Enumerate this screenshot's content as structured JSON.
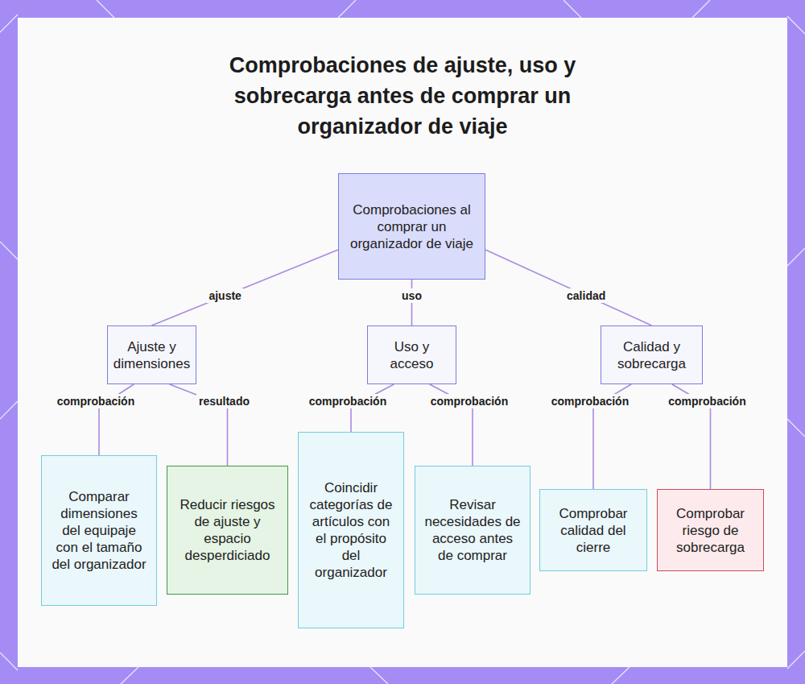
{
  "diagram": {
    "title": "Comprobaciones de ajuste, uso y sobrecarga antes de comprar un organizador de viaje",
    "nodes": [
      {
        "text": [
          "Comprobaciones al comprar un organizador de viaje"
        ]
      },
      {
        "text": [
          "Ajuste y dimensiones"
        ]
      },
      {
        "text": [
          "Uso y acceso"
        ]
      },
      {
        "text": [
          "Calidad y sobrecarga"
        ]
      },
      {
        "text": [
          "Comparar dimensiones del equipaje con el tamaño del organizador"
        ]
      },
      {
        "text": [
          "Reducir riesgos de ajuste y espacio desperdiciado"
        ]
      },
      {
        "text": [
          "Coincidir categorías de artículos con el propósito del organizador"
        ]
      },
      {
        "text": [
          "Revisar necesidades de acceso antes de comprar"
        ]
      },
      {
        "text": [
          "Comprobar calidad del cierre"
        ]
      },
      {
        "text": [
          "Comprobar riesgo de sobrecarga"
        ]
      }
    ],
    "edges": [
      {
        "from": 0,
        "to": 1,
        "arrow": "none",
        "label": "ajuste"
      },
      {
        "from": 0,
        "to": 2,
        "arrow": "none",
        "label": "uso"
      },
      {
        "from": 0,
        "to": 3,
        "arrow": "none",
        "label": "calidad"
      },
      {
        "from": 1,
        "to": 4,
        "arrow": "none",
        "label": "comprobación"
      },
      {
        "from": 1,
        "to": 5,
        "arrow": "none",
        "label": "resultado"
      },
      {
        "from": 2,
        "to": 6,
        "arrow": "none",
        "label": "comprobación"
      },
      {
        "from": 2,
        "to": 7,
        "arrow": "none",
        "label": "comprobación"
      },
      {
        "from": 3,
        "to": 8,
        "arrow": "none",
        "label": "comprobación"
      },
      {
        "from": 3,
        "to": 9,
        "arrow": "none",
        "label": "comprobación"
      }
    ]
  }
}
